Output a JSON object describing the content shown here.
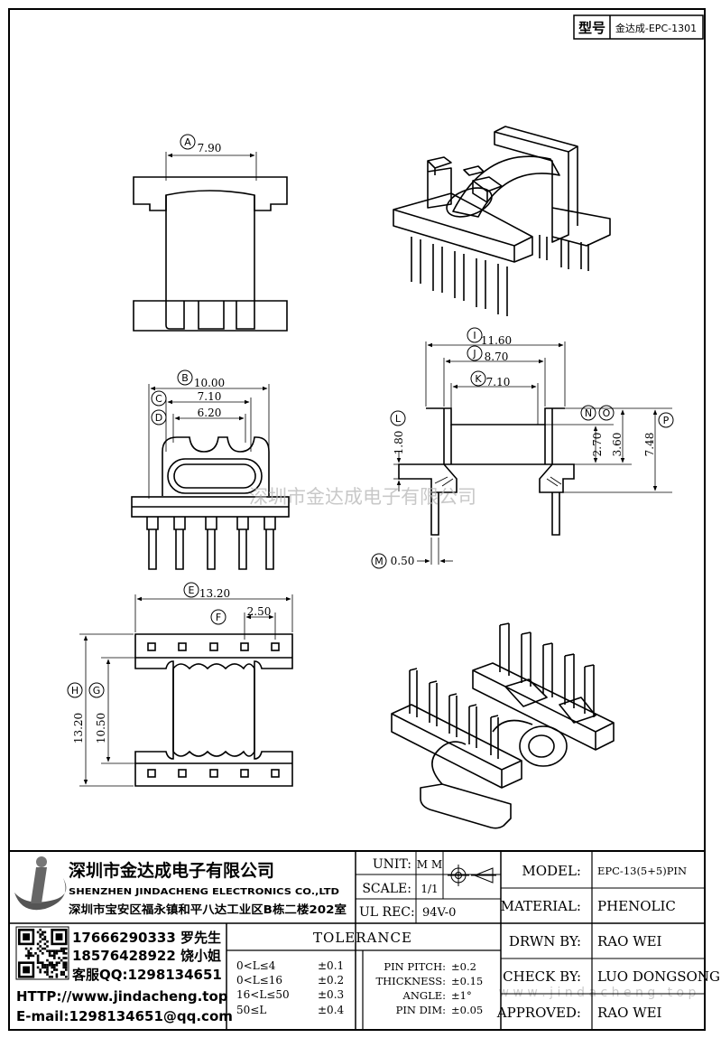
{
  "model_box": {
    "label": "型号",
    "value": "金达成-EPC-1301"
  },
  "watermark": {
    "center": "深圳市金达成电子有限公司",
    "bottom": "w w w . j i n d a c h e n g . t o p"
  },
  "dimensions": {
    "A": "7.90",
    "B": "10.00",
    "C": "7.10",
    "D": "6.20",
    "E": "13.20",
    "F": "2.50",
    "G": "10.50",
    "H": "13.20",
    "I": "11.60",
    "J": "8.70",
    "K": "7.10",
    "L": "1.80",
    "M": "0.50",
    "N": "2.70",
    "O": "3.60",
    "P": "7.48"
  },
  "company": {
    "name_cn": "深圳市金达成电子有限公司",
    "name_en": "SHENZHEN JINDACHENG ELECTRONICS CO.,LTD",
    "address": "深圳市宝安区福永镇和平八达工业区B栋二楼202室",
    "phone1": "17666290333 罗先生",
    "phone2": "18576428922 饶小姐",
    "qq": "客服QQ:1298134651",
    "http": "HTTP://www.jindacheng.top",
    "email": "E-mail:1298134651@qq.com"
  },
  "title_block": {
    "unit_label": "UNIT:",
    "unit_value": "M M",
    "scale_label": "SCALE:",
    "scale_value": "1/1",
    "ulrec_label": "UL REC:",
    "ulrec_value": "94V-0",
    "tolerance_title": "TOLERANCE",
    "tolerances": [
      {
        "range": "0<L≤4",
        "tol": "±0.1"
      },
      {
        "range": "0<L≤16",
        "tol": "±0.2"
      },
      {
        "range": "16<L≤50",
        "tol": "±0.3"
      },
      {
        "range": "50≤L",
        "tol": "±0.4"
      }
    ],
    "specs": [
      {
        "label": "PIN PITCH:",
        "value": "±0.2"
      },
      {
        "label": "THICKNESS:",
        "value": "±0.15"
      },
      {
        "label": "ANGLE:",
        "value": "±1°"
      },
      {
        "label": "PIN DIM:",
        "value": "±0.05"
      }
    ],
    "model_label": "MODEL:",
    "model_value": "EPC-13(5+5)PIN",
    "material_label": "MATERIAL:",
    "material_value": "PHENOLIC",
    "drawn_label": "DRWN BY:",
    "drawn_value": "RAO WEI",
    "check_label": "CHECK BY:",
    "check_value": "LUO DONGSONG",
    "approved_label": "APPROVED:",
    "approved_value": "RAO WEI"
  }
}
